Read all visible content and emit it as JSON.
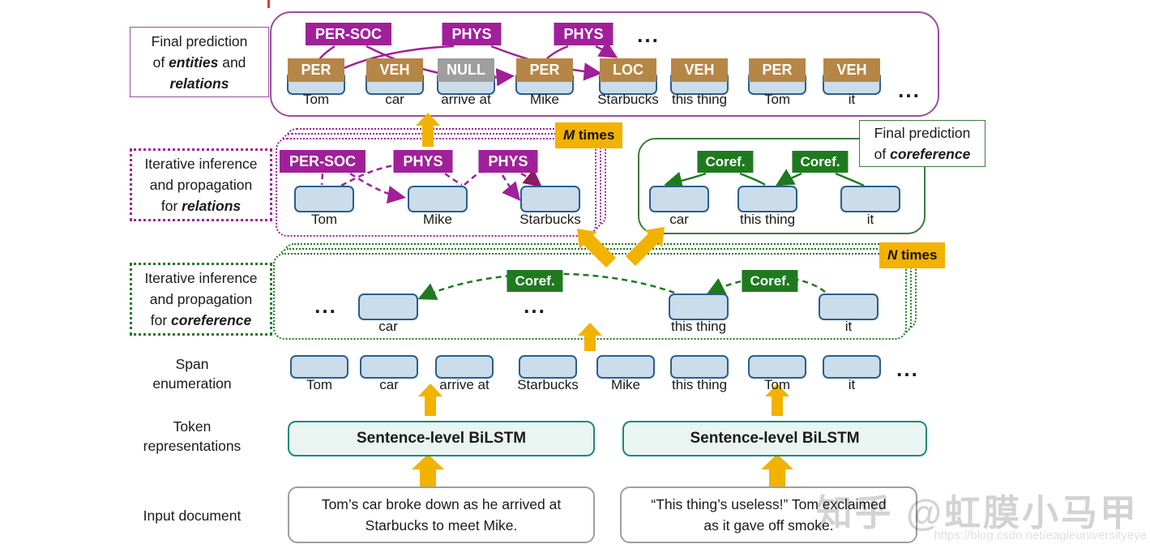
{
  "colors": {
    "purple": "#A0209A",
    "purple_border": "#9B4F9B",
    "tan": "#B68646",
    "gray": "#9E9E9E",
    "green": "#1F7A1F",
    "green_border": "#3E7A3E",
    "gold": "#F2B200",
    "span_fill": "#CBDCEB",
    "span_border": "#2A5F8C",
    "teal_border": "#1A8A7A",
    "teal_fill": "#EAF5F1",
    "maroon": "#8E1A62"
  },
  "side_labels": {
    "final_er": {
      "l1": "Final prediction",
      "l2a": "of ",
      "l2b": "entities",
      "l2c": " and",
      "l3": "relations"
    },
    "iter_rel": {
      "l1": "Iterative inference",
      "l2": "and propagation",
      "l3a": "for ",
      "l3b": "relations"
    },
    "iter_coref": {
      "l1": "Iterative inference",
      "l2": "and propagation",
      "l3a": "for ",
      "l3b": "coreference"
    },
    "final_coref": {
      "l1": "Final prediction",
      "l2a": "of ",
      "l2b": "coreference"
    },
    "span_enum": {
      "l1": "Span",
      "l2": "enumeration"
    },
    "token_repr": {
      "l1": "Token",
      "l2": "representations"
    },
    "input_doc": "Input document"
  },
  "top_section": {
    "relation_tags": [
      "PER-SOC",
      "PHYS",
      "PHYS"
    ],
    "relations_ellipsis": "...",
    "entities": [
      {
        "tag": "PER",
        "word": "Tom"
      },
      {
        "tag": "VEH",
        "word": "car"
      },
      {
        "tag": "NULL",
        "word": "arrive at"
      },
      {
        "tag": "PER",
        "word": "Mike"
      },
      {
        "tag": "LOC",
        "word": "Starbucks"
      },
      {
        "tag": "VEH",
        "word": "this thing"
      },
      {
        "tag": "PER",
        "word": "Tom"
      },
      {
        "tag": "VEH",
        "word": "it"
      }
    ],
    "trailing_ellipsis": "..."
  },
  "relations_iteration": {
    "tags": [
      "PER-SOC",
      "PHYS",
      "PHYS"
    ],
    "words": [
      "Tom",
      "Mike",
      "Starbucks"
    ],
    "times_badge": {
      "italic": "M",
      "rest": " times"
    }
  },
  "coref_final": {
    "tags": [
      "Coref.",
      "Coref."
    ],
    "words": [
      "car",
      "this thing",
      "it"
    ]
  },
  "coref_iteration": {
    "ellipsis1": "...",
    "ellipsis2": "...",
    "tags": [
      "Coref.",
      "Coref."
    ],
    "words": [
      "car",
      "this thing",
      "it"
    ],
    "times_badge": {
      "italic": "N",
      "rest": " times"
    }
  },
  "span_row": {
    "words": [
      "Tom",
      "car",
      "arrive at",
      "Starbucks",
      "Mike",
      "this thing",
      "Tom",
      "it"
    ],
    "ellipsis": "..."
  },
  "bilstm": {
    "left": "Sentence-level BiLSTM",
    "right": "Sentence-level BiLSTM"
  },
  "documents": {
    "left": {
      "l1": "Tom’s car broke down as he arrived at",
      "l2": "Starbucks to meet Mike."
    },
    "right": {
      "l1": "“This thing’s useless!” Tom exclaimed",
      "l2": "as it gave off smoke."
    }
  },
  "watermark": {
    "text": "知乎 @虹膜小马甲",
    "url": "https://blog.csdn.net/eagleuniversityeye"
  }
}
